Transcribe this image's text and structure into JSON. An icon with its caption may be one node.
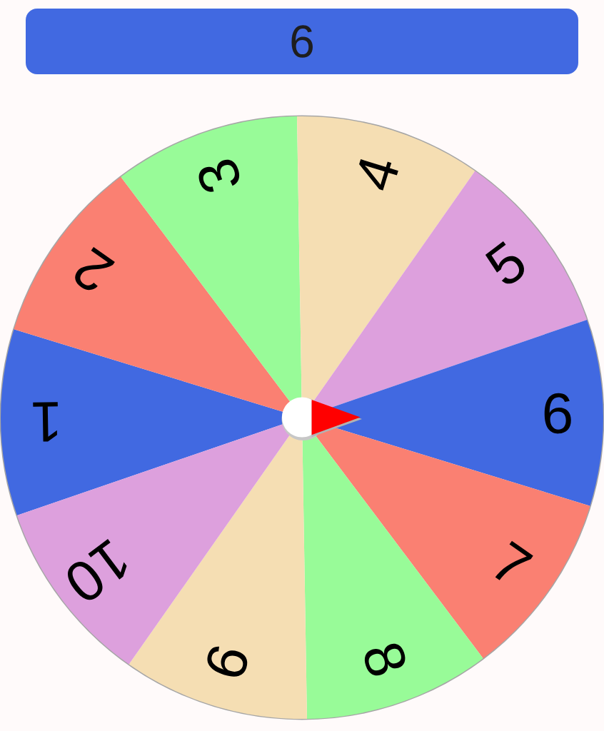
{
  "diagram": {
    "nodes": [
      {
        "text": [
          "6"
        ]
      },
      {
        "text": [
          "1"
        ]
      },
      {
        "text": [
          "2"
        ]
      },
      {
        "text": [
          "3"
        ]
      },
      {
        "text": [
          "4"
        ]
      },
      {
        "text": [
          "5"
        ]
      },
      {
        "text": [
          "6"
        ]
      },
      {
        "text": [
          "7"
        ]
      },
      {
        "text": [
          "8"
        ]
      },
      {
        "text": [
          "9"
        ]
      },
      {
        "text": [
          "10"
        ]
      }
    ]
  }
}
